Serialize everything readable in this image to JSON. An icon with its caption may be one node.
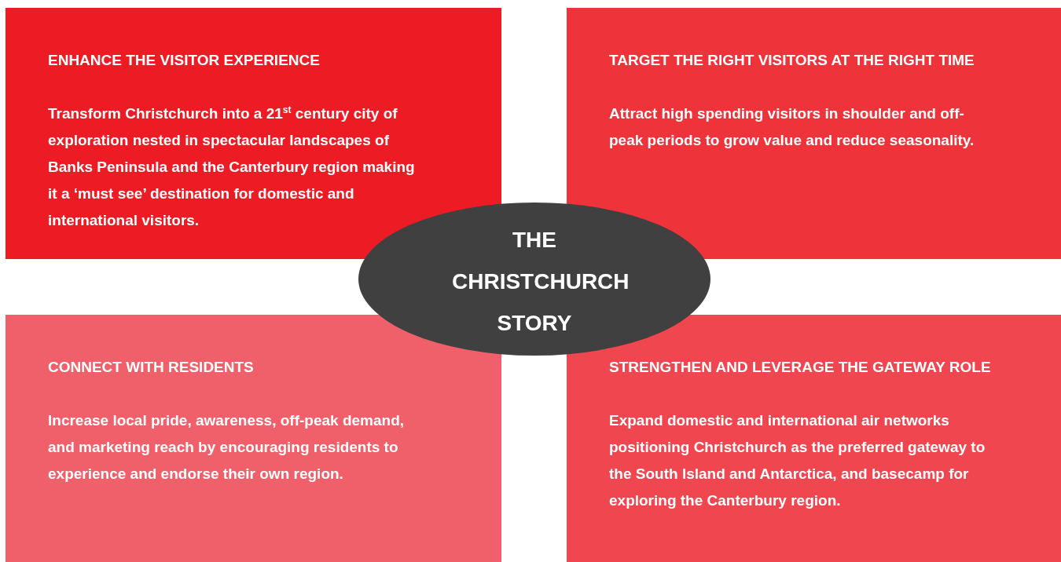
{
  "diagram": {
    "nodes": [
      {
        "text": [
          "ENHANCE THE VISITOR EXPERIENCE",
          "Transform Christchurch into a 21$^{st}$ century city of exploration nested in spectacular landscapes of Banks Peninsula and the Canterbury region making it a ‘must see’ destination for domestic and international visitors."
        ]
      },
      {
        "text": [
          "TARGET THE RIGHT VISITORS AT THE RIGHT TIME",
          "Attract high spending visitors in shoulder and off-peak periods to grow value and reduce seasonality."
        ]
      },
      {
        "text": [
          "THE CHRISTCHURCH STORY"
        ]
      },
      {
        "text": [
          "CONNECT WITH RESIDENTS",
          "Increase local pride, awareness, off-peak demand, and marketing reach by encouraging residents to experience and endorse their own region."
        ]
      },
      {
        "text": [
          "STRENGTHEN AND LEVERAGE THE GATEWAY ROLE",
          "Expand domestic and international air networks positioning Christchurch as the preferred gateway to the South Island and Antarctica, and basecamp for exploring the Canterbury region."
        ]
      }
    ]
  }
}
